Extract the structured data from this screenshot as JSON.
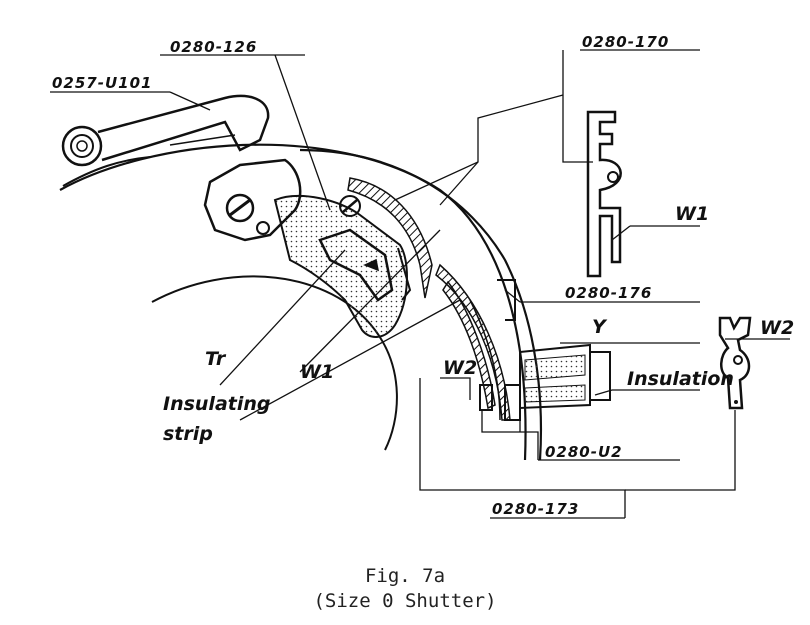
{
  "labels": {
    "part_0280_126": "0280-126",
    "part_0257_U101": "0257-U101",
    "part_0280_170": "0280-170",
    "part_W1_right": "W1",
    "part_0280_176": "0280-176",
    "part_Y": "Y",
    "part_W2_right": "W2",
    "insulation": "Insulation",
    "part_Tr": "Tr",
    "part_W1_center": "W1",
    "insulating_strip_line1": "Insulating",
    "insulating_strip_line2": "strip",
    "part_W2_center": "W2",
    "part_0280_U2": "0280-U2",
    "part_0280_173": "0280-173"
  },
  "caption": {
    "line1": "Fig. 7a",
    "line2": "(Size 0 Shutter)"
  }
}
